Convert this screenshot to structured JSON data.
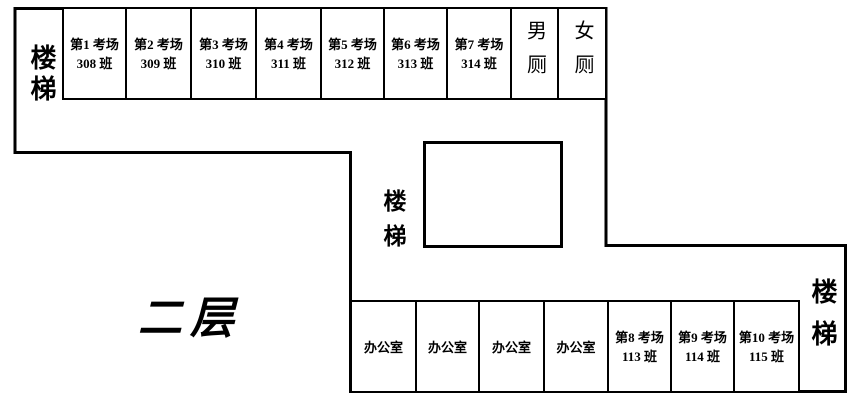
{
  "floor_label": "二层",
  "stairs": {
    "top_left": "楼梯",
    "middle": "楼梯",
    "bottom_right": "楼梯"
  },
  "top_row": {
    "rooms": [
      {
        "name": "第1 考场",
        "class": "308 班"
      },
      {
        "name": "第2 考场",
        "class": "309 班"
      },
      {
        "name": "第3 考场",
        "class": "310 班"
      },
      {
        "name": "第4 考场",
        "class": "311 班"
      },
      {
        "name": "第5 考场",
        "class": "312 班"
      },
      {
        "name": "第6 考场",
        "class": "313 班"
      },
      {
        "name": "第7 考场",
        "class": "314 班"
      }
    ],
    "toilets": [
      {
        "label": "男厕"
      },
      {
        "label": "女厕"
      }
    ]
  },
  "bottom_row": {
    "offices": [
      {
        "label": "办公室"
      },
      {
        "label": "办公室"
      },
      {
        "label": "办公室"
      },
      {
        "label": "办公室"
      }
    ],
    "rooms": [
      {
        "name": "第8 考场",
        "class": "113 班"
      },
      {
        "name": "第9 考场",
        "class": "114 班"
      },
      {
        "name": "第10 考场",
        "class": "115 班"
      }
    ]
  },
  "colors": {
    "wall": "#000000",
    "background": "#ffffff",
    "text": "#000000"
  }
}
